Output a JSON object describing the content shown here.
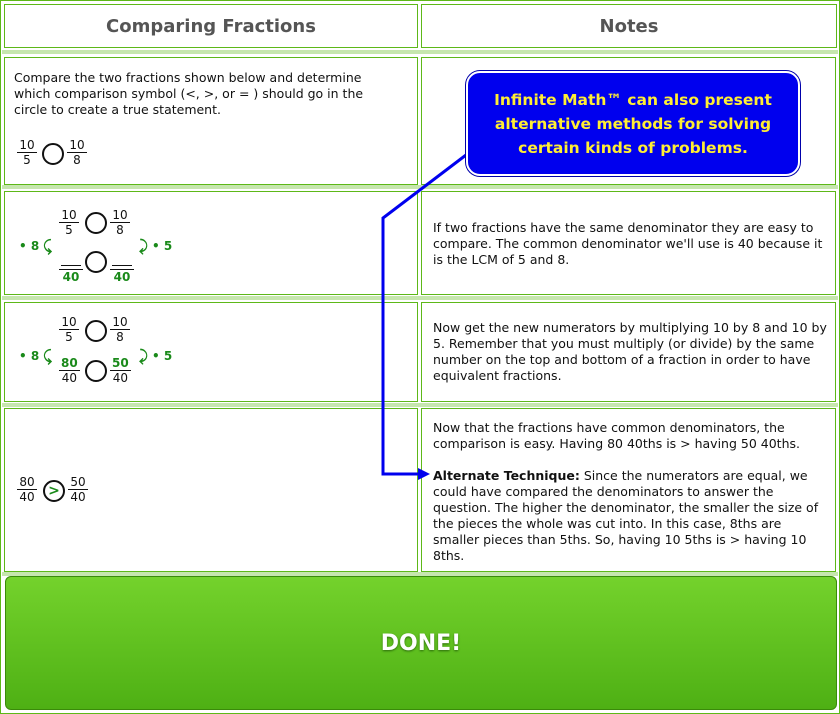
{
  "header": {
    "left_title": "Comparing Fractions",
    "right_title": "Notes"
  },
  "problem": {
    "prompt": "Compare the two fractions shown below and determine which comparison symbol (<, >, or = ) should go in the circle to create a true statement.",
    "frac_a": {
      "num": "10",
      "den": "5"
    },
    "frac_b": {
      "num": "10",
      "den": "8"
    }
  },
  "callout": {
    "text": "Infinite Math™ can also present alternative methods for solving certain kinds of problems."
  },
  "step1": {
    "frac_a": {
      "num": "10",
      "den": "5"
    },
    "frac_b": {
      "num": "10",
      "den": "8"
    },
    "mult_left": "• 8",
    "mult_right": "• 5",
    "den_a": "40",
    "den_b": "40",
    "note": "If two fractions have the same denominator they are easy to compare. The common denominator we'll use is 40 because it is the LCM of 5 and 8."
  },
  "step2": {
    "frac_a": {
      "num": "10",
      "den": "5"
    },
    "frac_b": {
      "num": "10",
      "den": "8"
    },
    "mult_left": "• 8",
    "mult_right": "• 5",
    "new_a": {
      "num": "80",
      "den": "40"
    },
    "new_b": {
      "num": "50",
      "den": "40"
    },
    "note": "Now get the new numerators by multiplying 10 by 8 and 10 by 5. Remember that you must multiply (or divide) by the same number on the top and bottom of a fraction in order to have equivalent fractions."
  },
  "step3": {
    "frac_a": {
      "num": "80",
      "den": "40"
    },
    "frac_b": {
      "num": "50",
      "den": "40"
    },
    "symbol": ">",
    "note1": "Now that the fractions have common denominators, the comparison is easy. Having 80 40ths is > having 50 40ths.",
    "alt_label": "Alternate Technique:",
    "alt_text": " Since the numerators are equal, we could have compared the denominators to answer the question. The higher the denominator, the smaller the size of the pieces the whole was cut into. In this case, 8ths are smaller pieces than 5ths. So, having 10 5ths is > having 10 8ths."
  },
  "done_label": "DONE!",
  "colors": {
    "border": "#5db818",
    "callout_bg": "#0000ee",
    "callout_text": "#ffee33",
    "accent_green": "#1a8a1a",
    "arrow": "#0000ee"
  }
}
